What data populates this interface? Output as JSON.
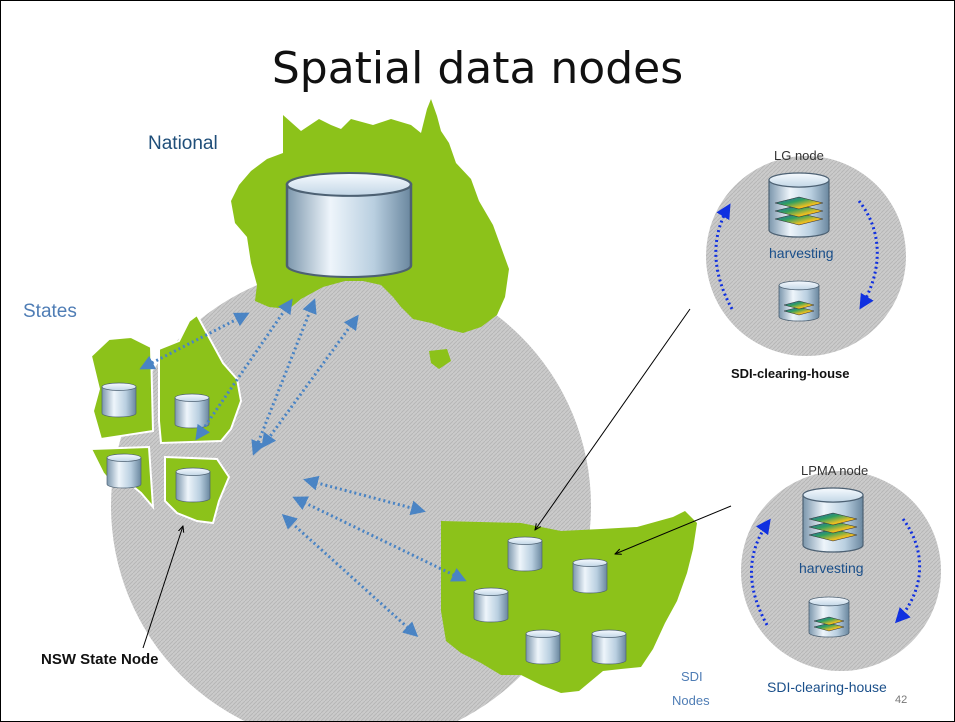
{
  "title": "Spatial data nodes",
  "labels": {
    "national": "National",
    "states": "States",
    "nsw_state_node": "NSW State Node",
    "sdi_nodes_line1": "SDI",
    "sdi_nodes_line2": "Nodes",
    "lg_node": "LG node",
    "lg_harvesting": "harvesting",
    "lg_clearing_house": "SDI-clearing-house",
    "lpma_node": "LPMA node",
    "lpma_harvesting": "harvesting",
    "lpma_clearing_house": "SDI-clearing-house",
    "page_number": "42"
  },
  "colors": {
    "map_green": "#8cc21a",
    "circle_grey": "#c8c8c8",
    "arrow_blue": "#4a84c4",
    "cycle_blue": "#1030e0"
  }
}
